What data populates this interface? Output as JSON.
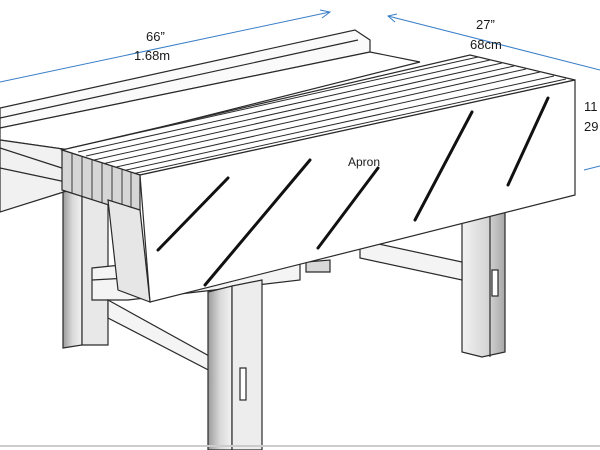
{
  "dimensions": {
    "length_imperial": "66”",
    "length_metric": "1.68m",
    "width_imperial": "27”",
    "width_metric": "68cm",
    "height_imperial_partial": "11",
    "height_metric_partial": "29"
  },
  "labels": {
    "apron": "Apron"
  },
  "colors": {
    "dimension_line": "#3a7fc8",
    "ink": "#2a2a2a",
    "hatch": "#111111"
  }
}
